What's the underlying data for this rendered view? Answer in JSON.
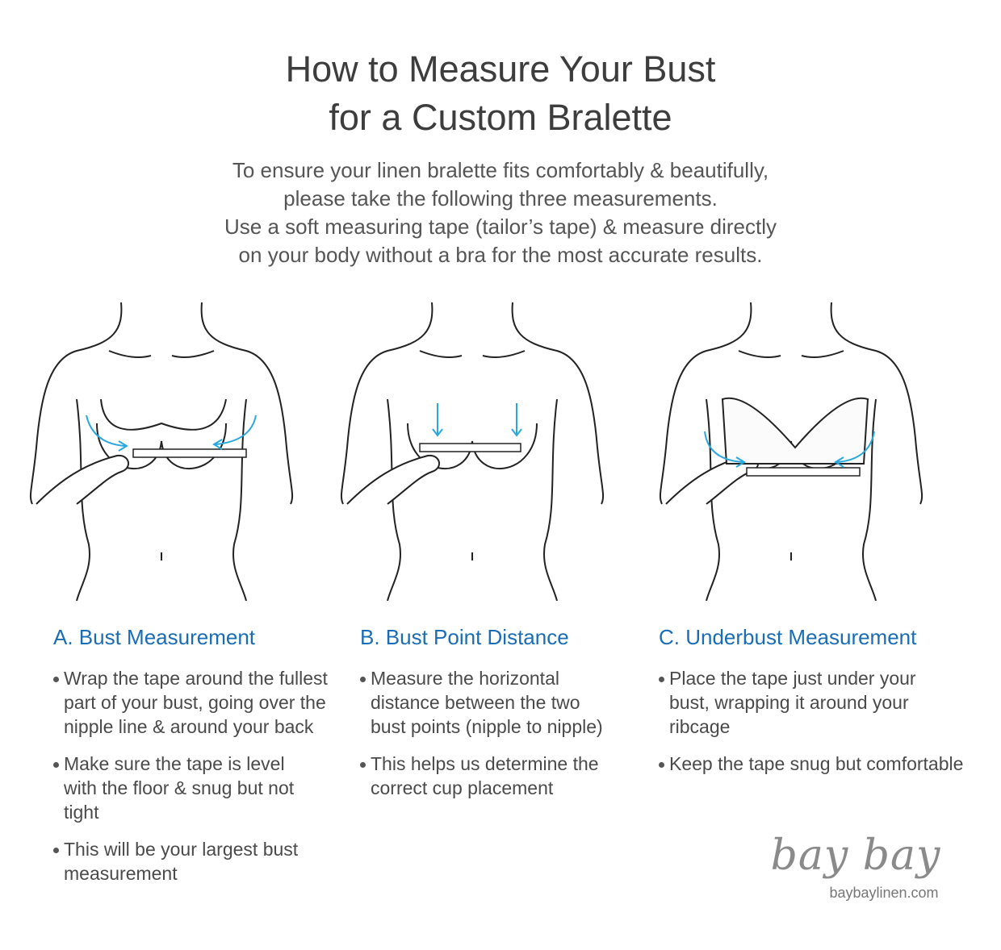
{
  "title": [
    "How to Measure Your Bust",
    "for a Custom Bralette"
  ],
  "intro": [
    "To ensure your linen bralette fits comfortably & beautifully,",
    "please take the following three measurements.",
    "Use a soft measuring tape (tailor’s tape) & measure directly",
    "on your body without a bra for the most accurate results."
  ],
  "sections": [
    {
      "heading": "A. Bust Measurement",
      "bullets": [
        "Wrap the tape around the fullest part of your bust, going over the nipple line & around your back",
        "Make sure the tape is level with the floor & snug but not tight",
        "This will be your largest bust measurement"
      ]
    },
    {
      "heading": "B. Bust Point Distance",
      "bullets": [
        "Measure the horizontal distance between the two bust points (nipple to nipple)",
        "This helps us determine the correct cup placement"
      ]
    },
    {
      "heading": "C. Underbust Measurement",
      "bullets": [
        "Place the tape just under your bust, wrapping it around your ribcage",
        "Keep the tape snug but comfortable"
      ]
    }
  ],
  "logo": {
    "name": "bay bay",
    "url": "baybaylinen.com"
  },
  "colors": {
    "accent": "#1a6db5",
    "arrow": "#29a8de"
  }
}
